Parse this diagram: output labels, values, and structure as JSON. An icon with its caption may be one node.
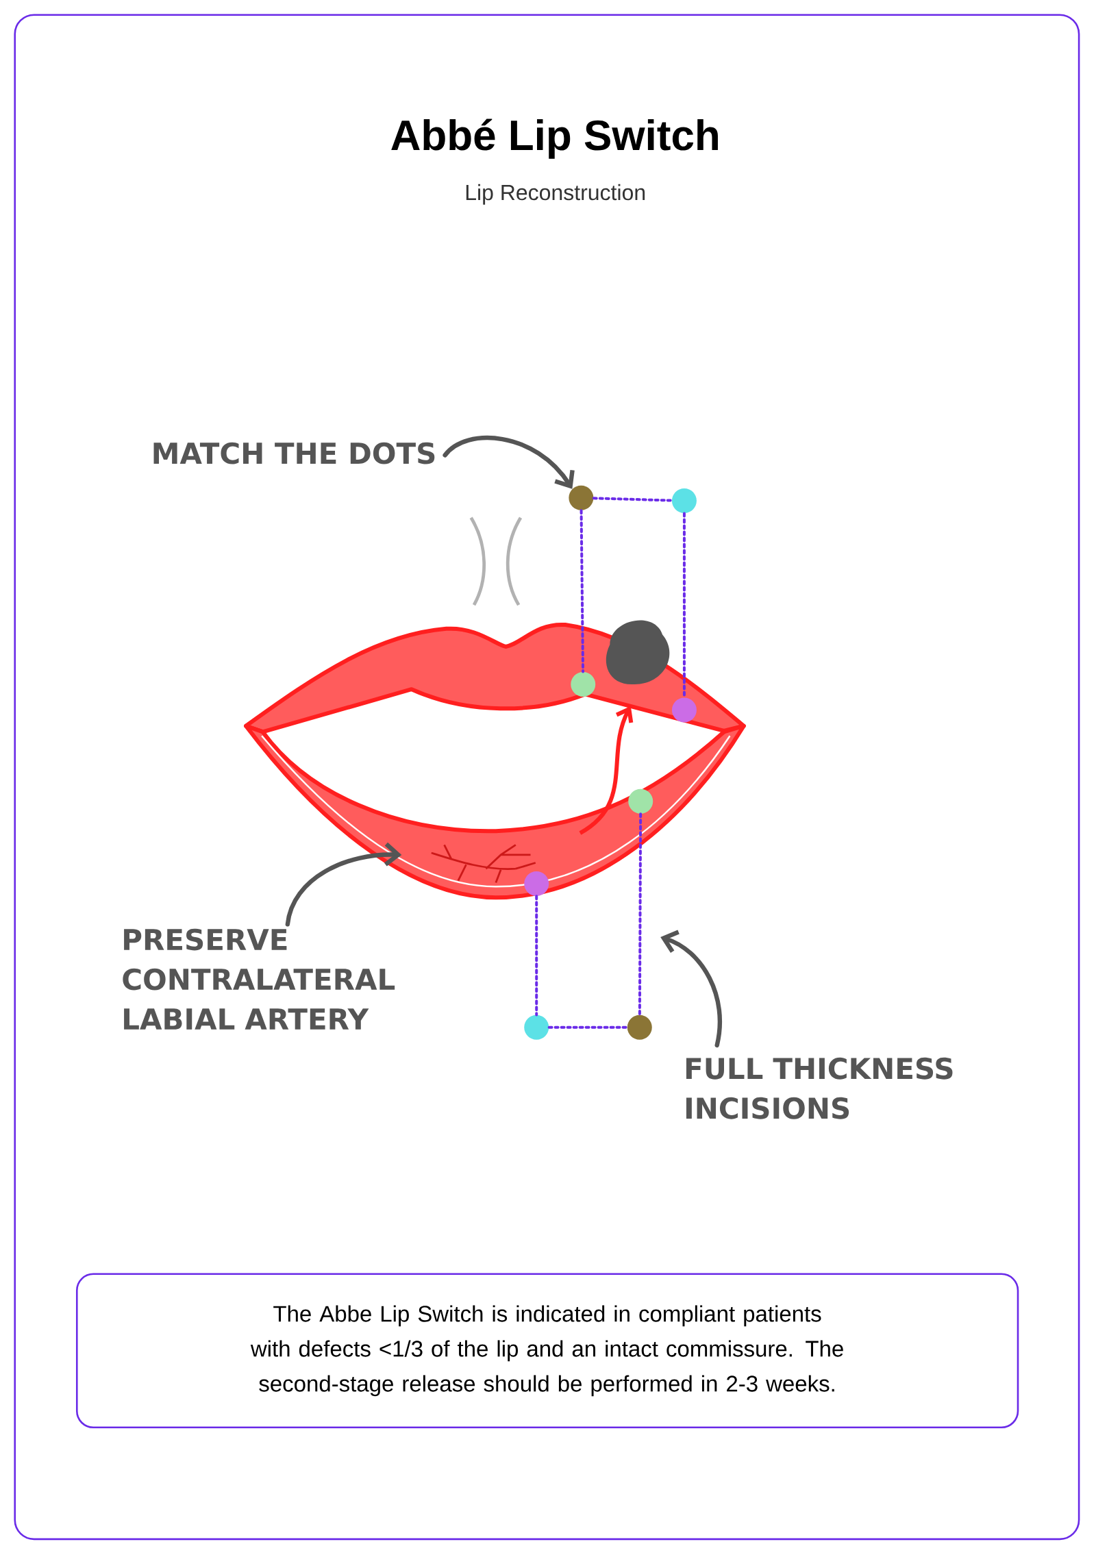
{
  "diagram": {
    "title": "Abbé Lip Switch",
    "nodes": [
      {
        "text": [
          "MATCH THE DOTS"
        ]
      },
      {
        "text": [],
        "shape": "circle"
      },
      {
        "text": [],
        "shape": "circle"
      },
      {
        "text": [],
        "shape": "circle"
      },
      {
        "text": [],
        "shape": "circle"
      },
      {
        "text": [],
        "shape": "circle"
      },
      {
        "text": [],
        "shape": "circle"
      },
      {
        "text": [
          "PRESERVE CONTRALATERAL LABIAL ARTERY"
        ]
      },
      {
        "text": [],
        "shape": "circle"
      },
      {
        "text": [],
        "shape": "circle"
      },
      {
        "text": [
          "FULL THICKNESS INCISIONS"
        ]
      },
      {
        "text": [
          "The Abbe Lip Switch is indicated in compliant patients with defects <1/3 of the lip and an intact commissure. The second-stage release should be performed in 2-3 weeks."
        ]
      }
    ],
    "edges": [
      {
        "from": 0,
        "to": 1,
        "arrow": "to",
        "color": "#555555"
      },
      {
        "from": 7,
        "to": null,
        "arrow": "to",
        "color": "#555555"
      },
      {
        "from": 10,
        "to": null,
        "arrow": "to",
        "color": "#555555"
      },
      {
        "from": 1,
        "to": 2,
        "arrow": "none",
        "style": "dashed",
        "color": "#6a2be8"
      },
      {
        "from": 1,
        "to": 3,
        "arrow": "none",
        "style": "dashed",
        "color": "#6a2be8"
      },
      {
        "from": 2,
        "to": 4,
        "arrow": "none",
        "style": "dashed",
        "color": "#6a2be8"
      },
      {
        "from": 6,
        "to": 8,
        "arrow": "none",
        "style": "dashed",
        "color": "#6a2be8"
      },
      {
        "from": 5,
        "to": 9,
        "arrow": "none",
        "style": "dashed",
        "color": "#6a2be8"
      },
      {
        "from": 8,
        "to": 9,
        "arrow": "none",
        "style": "dashed",
        "color": "#6a2be8"
      }
    ],
    "labels": [
      "Lip Reconstruction"
    ]
  }
}
